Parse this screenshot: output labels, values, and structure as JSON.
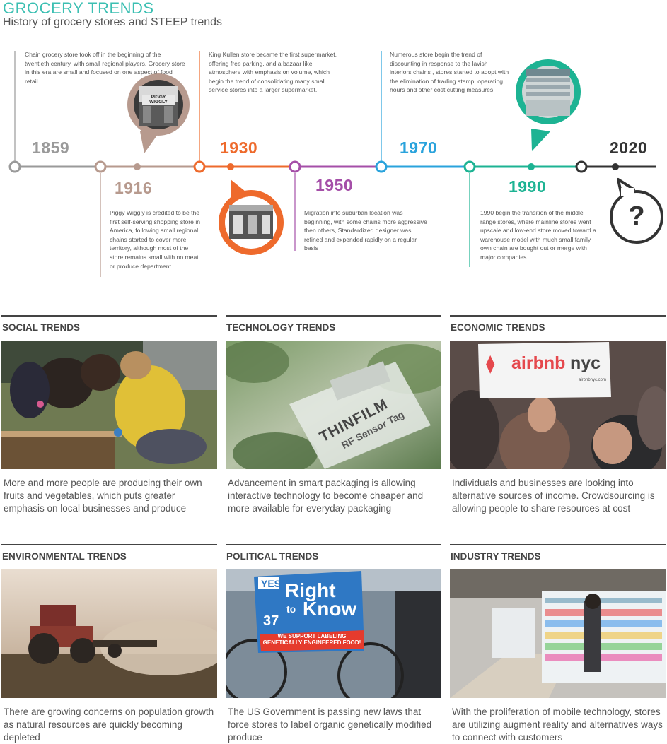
{
  "header": {
    "title": "GROCERY TRENDS",
    "subtitle": "History of grocery stores and STEEP trends"
  },
  "colors": {
    "teal": "#3bbfb2",
    "gray": "#9a9a9a",
    "brown": "#b79a8e",
    "orange": "#ee6a2c",
    "purple": "#a54fa8",
    "blue": "#2aa3dc",
    "green": "#1db393",
    "dark": "#333333"
  },
  "timeline": {
    "y1859": {
      "year": "1859",
      "text": "Chain grocery store took off in the beginning of the twentieth century, with small regional players, Grocery store in this era are small and focused on one aspect of food retail"
    },
    "y1916": {
      "year": "1916",
      "text": "Piggy Wiggly is credited to be the first self-serving shopping store in America, following small regional chains started to cover more territory, although most of the store remains small with no meat or produce department.",
      "sign": "PIGGY WIGGLY"
    },
    "y1930": {
      "year": "1930",
      "text": "King Kullen store became the first supermarket, offering free parking, and a bazaar like atmosphere with emphasis on volume, which begin the trend of consolidating many small service stores into a larger supermarket."
    },
    "y1950": {
      "year": "1950",
      "text": "Migration into suburban location was beginning, with some chains more aggressive then others, Standardized designer was refined and expended rapidly on a regular basis"
    },
    "y1970": {
      "year": "1970",
      "text": "Numerous store begin the trend of discounting in response to the lavish interiors chains , stores started to adopt with the elimination of trading stamp, operating hours and other cost cutting measures"
    },
    "y1990": {
      "year": "1990",
      "text": "1990 begin the transition of the middle range stores, where mainline stores went upscale and low-end store moved toward a warehouse model with much small family own chain are bought out or merge with major companies."
    },
    "y2020": {
      "year": "2020",
      "symbol": "?"
    }
  },
  "sections": {
    "social": {
      "title": "SOCIAL TRENDS",
      "desc": "More and more people are producing their own fruits and vegetables, which puts greater emphasis on local businesses and produce"
    },
    "technology": {
      "title": "TECHNOLOGY TRENDS",
      "desc": "Advancement in smart packaging is allowing interactive technology to become cheaper and more available for everyday packaging",
      "tag_line1": "THINFILM",
      "tag_line2": "RF Sensor Tag"
    },
    "economic": {
      "title": "ECONOMIC TRENDS",
      "desc": "Individuals and businesses are looking into alternative sources of income. Crowdsourcing is allowing people to share resources at cost",
      "sign_brand": "airbnb",
      "sign_city": "nyc",
      "sign_url": "airbnbnyc.com"
    },
    "environmental": {
      "title": "ENVIRONMENTAL TRENDS",
      "desc": "There are growing concerns on population growth as natural resources are quickly becoming depleted"
    },
    "political": {
      "title": "POLITICAL TRENDS",
      "desc": "The US Government is passing new laws that force stores to label organic genetically modified produce",
      "sign_yes": "YES",
      "sign_num": "37",
      "sign_right": "Right",
      "sign_to": "to",
      "sign_know": "Know",
      "sign_bottom": "WE SUPPORT LABELING GENETICALLY ENGINEERED FOOD!"
    },
    "industry": {
      "title": "INDUSTRY TRENDS",
      "desc": "With the proliferation of mobile technology, stores are utilizing augment reality and alternatives ways to connect with customers"
    }
  }
}
